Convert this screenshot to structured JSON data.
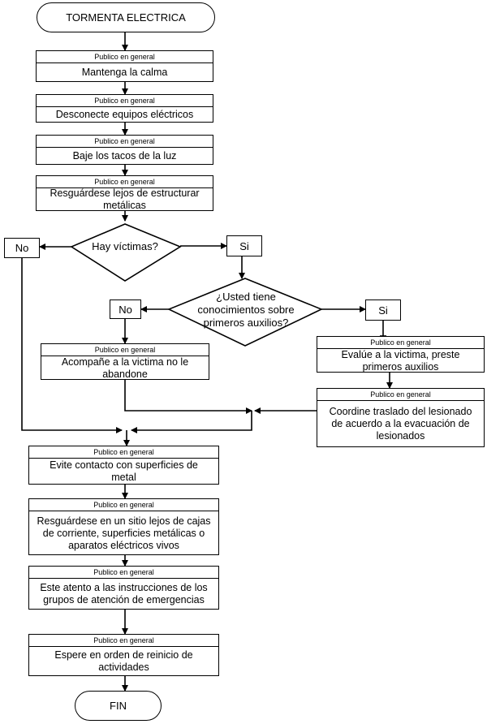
{
  "start": "TORMENTA ELECTRICA",
  "end": "FIN",
  "header_label": "Publico en general",
  "steps": {
    "s1": "Mantenga la calma",
    "s2": "Desconecte equipos eléctricos",
    "s3": "Baje los tacos de la luz",
    "s4": "Resguárdese lejos de estructurar metálicas",
    "acomp": "Acompañe a la victima no le abandone",
    "evalue": "Evalúe a la victima, preste primeros auxilios",
    "coordine": "Coordine traslado del lesionado de acuerdo a la evacuación de lesionados",
    "s5": "Evite contacto con superficies de metal",
    "s6": "Resguárdese en un sitio lejos de cajas de corriente, superficies metálicas o aparatos eléctricos vivos",
    "s7": "Este atento a las instrucciones de los grupos de atención de emergencias",
    "s8": "Espere en orden de reinicio de actividades"
  },
  "decisions": {
    "d1": "Hay víctimas?",
    "d2": "¿Usted tiene conocimientos sobre primeros auxilios?"
  },
  "labels": {
    "no1": "No",
    "si1": "Si",
    "no2": "No",
    "si2": "Si"
  }
}
